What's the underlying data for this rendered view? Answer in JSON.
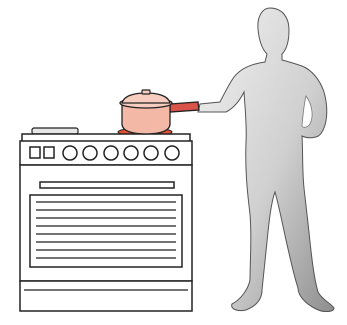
{
  "colors": {
    "background": "#ffffff",
    "outline": "#222222",
    "stove_body": "#ffffff",
    "hob_glow": "#e8543a",
    "pot_fill": "#f3b8a6",
    "person_light": "#ececec",
    "person_dark": "#9a9a9a"
  },
  "stove": {
    "control_panel": {
      "square_buttons": 2,
      "round_knobs": 6
    },
    "oven_window_slats": 8
  },
  "icons": {
    "person": "person-silhouette-icon",
    "pot": "pot-icon",
    "stove": "stove-icon"
  }
}
